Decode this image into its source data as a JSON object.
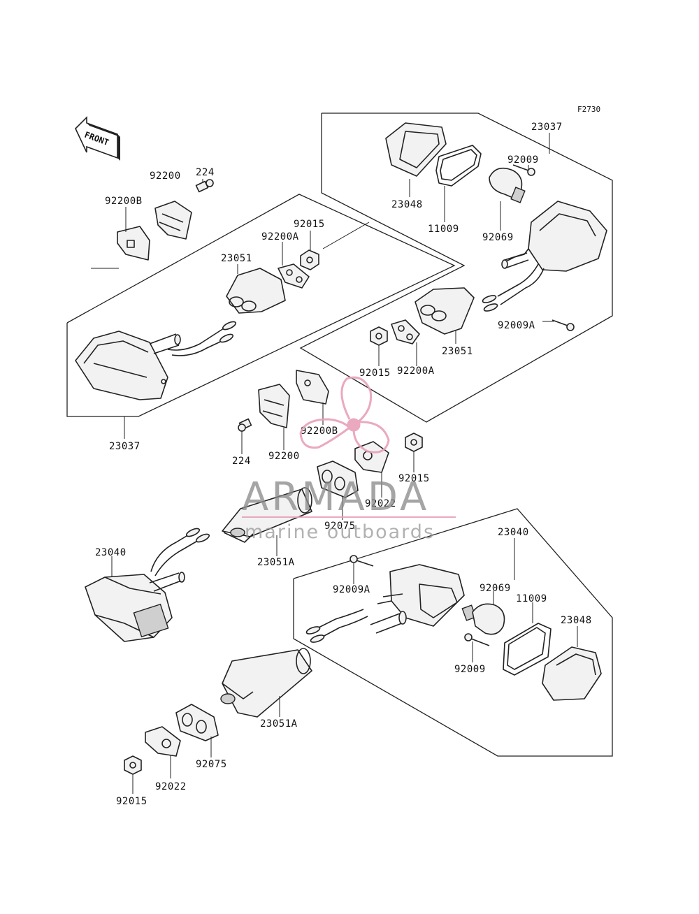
{
  "figure_id": "F2730",
  "front_label": "FRONT",
  "labels": {
    "l23037_top": "23037",
    "l23048_top": "23048",
    "l11009_top": "11009",
    "l92009_top": "92009",
    "l92069_top": "92069",
    "l92009A_right": "92009A",
    "l23051_right": "23051",
    "l92015_right": "92015",
    "l92200A_right": "92200A",
    "l92200_top": "92200",
    "l224_top": "224",
    "l92200B_top": "92200B",
    "l92015_left": "92015",
    "l92200A_left": "92200A",
    "l23051_left": "23051",
    "l23037_left": "23037",
    "l92200B_mid": "92200B",
    "l224_mid": "224",
    "l92200_mid": "92200",
    "l92015_mid": "92015",
    "l92022_mid": "92022",
    "l92075_mid": "92075",
    "l23051A_mid": "23051A",
    "l23040_left": "23040",
    "l23040_right": "23040",
    "l92009A_low": "92009A",
    "l92069_low": "92069",
    "l11009_low": "11009",
    "l23048_low": "23048",
    "l92009_low": "92009",
    "l23051A_low": "23051A",
    "l92075_low": "92075",
    "l92022_low": "92022",
    "l92015_low": "92015"
  },
  "watermark": {
    "brand": "ARMADA",
    "tagline": "marine outboards",
    "logo_color": "#e8a0b8"
  }
}
